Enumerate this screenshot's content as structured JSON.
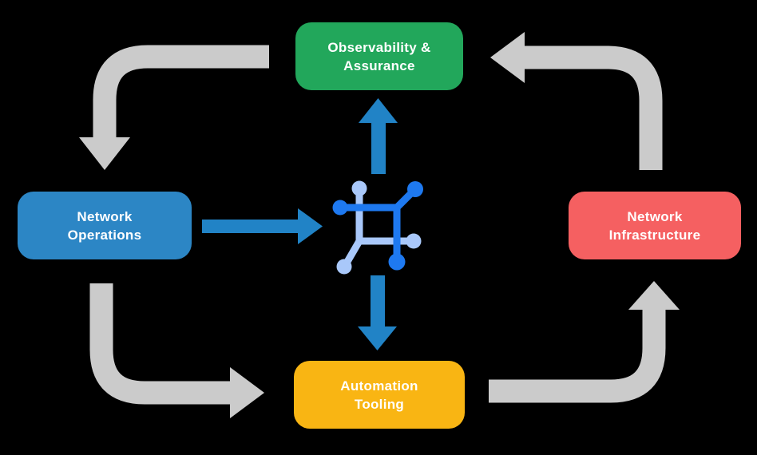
{
  "diagram": {
    "background_color": "#000000",
    "text_color": "#FFFFFF",
    "nodes": [
      {
        "id": "observability-assurance",
        "lines": [
          "Observability &",
          "Assurance"
        ],
        "color": "#22A75B"
      },
      {
        "id": "network-operations",
        "lines": [
          "Network",
          "Operations"
        ],
        "color": "#2C86C5"
      },
      {
        "id": "network-infrastructure",
        "lines": [
          "Network",
          "Infrastructure"
        ],
        "color": "#F56061"
      },
      {
        "id": "automation-tooling",
        "lines": [
          "Automation",
          "Tooling"
        ],
        "color": "#F9B513"
      }
    ],
    "colors": {
      "flow_arrow_gray": "#CBCBCB",
      "data_arrow_blue": "#2183C6",
      "icon_dark_blue": "#1E79F0",
      "icon_light_blue": "#A9C8FA"
    },
    "center_icon": "network-fabric-icon",
    "flow_arrows": [
      {
        "id": "observability-to-operations",
        "direction": "left-then-down"
      },
      {
        "id": "operations-to-automation",
        "direction": "down-then-right"
      },
      {
        "id": "automation-to-infrastructure",
        "direction": "right-then-up"
      },
      {
        "id": "infrastructure-to-observability",
        "direction": "up-then-left"
      }
    ],
    "data_arrows": [
      {
        "id": "operations-to-center",
        "direction": "right"
      },
      {
        "id": "center-to-observability",
        "direction": "up"
      },
      {
        "id": "center-to-automation",
        "direction": "down"
      }
    ]
  }
}
